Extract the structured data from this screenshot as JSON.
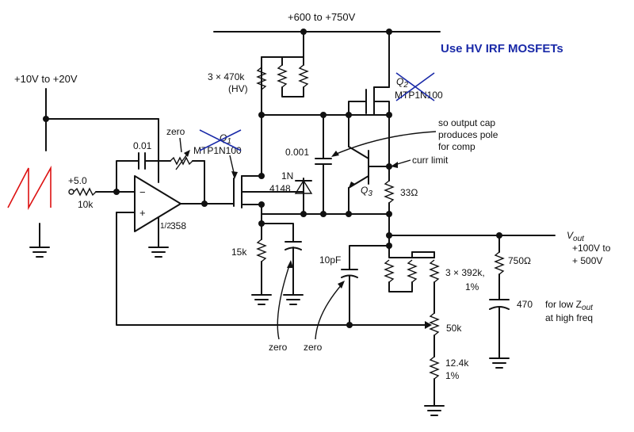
{
  "supply_hv": "+600 to +750V",
  "supply_lv": "+10V to +20V",
  "note": "Use HV IRF MOSFETs",
  "input_voltage": "+5.0",
  "r_input": "10k",
  "c_feedback": "0.01",
  "zero_label_top": "zero",
  "opamp_part_frac": "1/2",
  "opamp_part": "358",
  "q1_label": "Q",
  "q1_sub": "1",
  "q1_part": "MTP1N100",
  "q2_label": "Q",
  "q2_sub": "2",
  "q2_part": "MTP1N100",
  "q3_label": "Q",
  "q3_sub": "3",
  "r_pullup_value": "3 × 470k",
  "r_pullup_type": "(HV)",
  "c_001": "0.001",
  "diode_line1": "1N",
  "diode_line2": "4148",
  "cap_note_1": "so output cap",
  "cap_note_2": "produces pole",
  "cap_note_3": "for comp",
  "curr_limit": "curr limit",
  "r_sense": "33Ω",
  "r_source": "15k",
  "zero_label_1": "zero",
  "zero_label_2": "zero",
  "c_10pf": "10pF",
  "r_divider_value": "3 × 392k,",
  "r_divider_tol": "1%",
  "pot_value": "50k",
  "r_bottom_value": "12.4k",
  "r_bottom_tol": "1%",
  "vout_label": "V",
  "vout_sub": "out",
  "vout_range_1": "+100V to",
  "vout_range_2": "+ 500V",
  "r_750": "750Ω",
  "c_470": "470",
  "lowz_note_1": "for low Z",
  "lowz_note_sub": "out",
  "lowz_note_2": "at high freq"
}
